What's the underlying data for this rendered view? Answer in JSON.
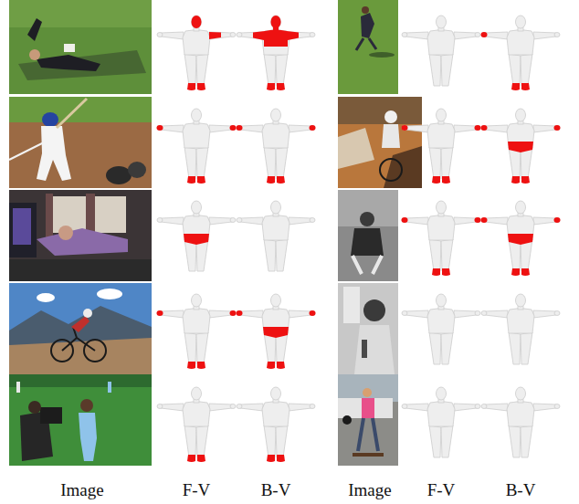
{
  "diagram": {
    "labels": [
      "Image",
      "F-V",
      "B-V",
      "Image",
      "F-V",
      "B-V"
    ]
  }
}
